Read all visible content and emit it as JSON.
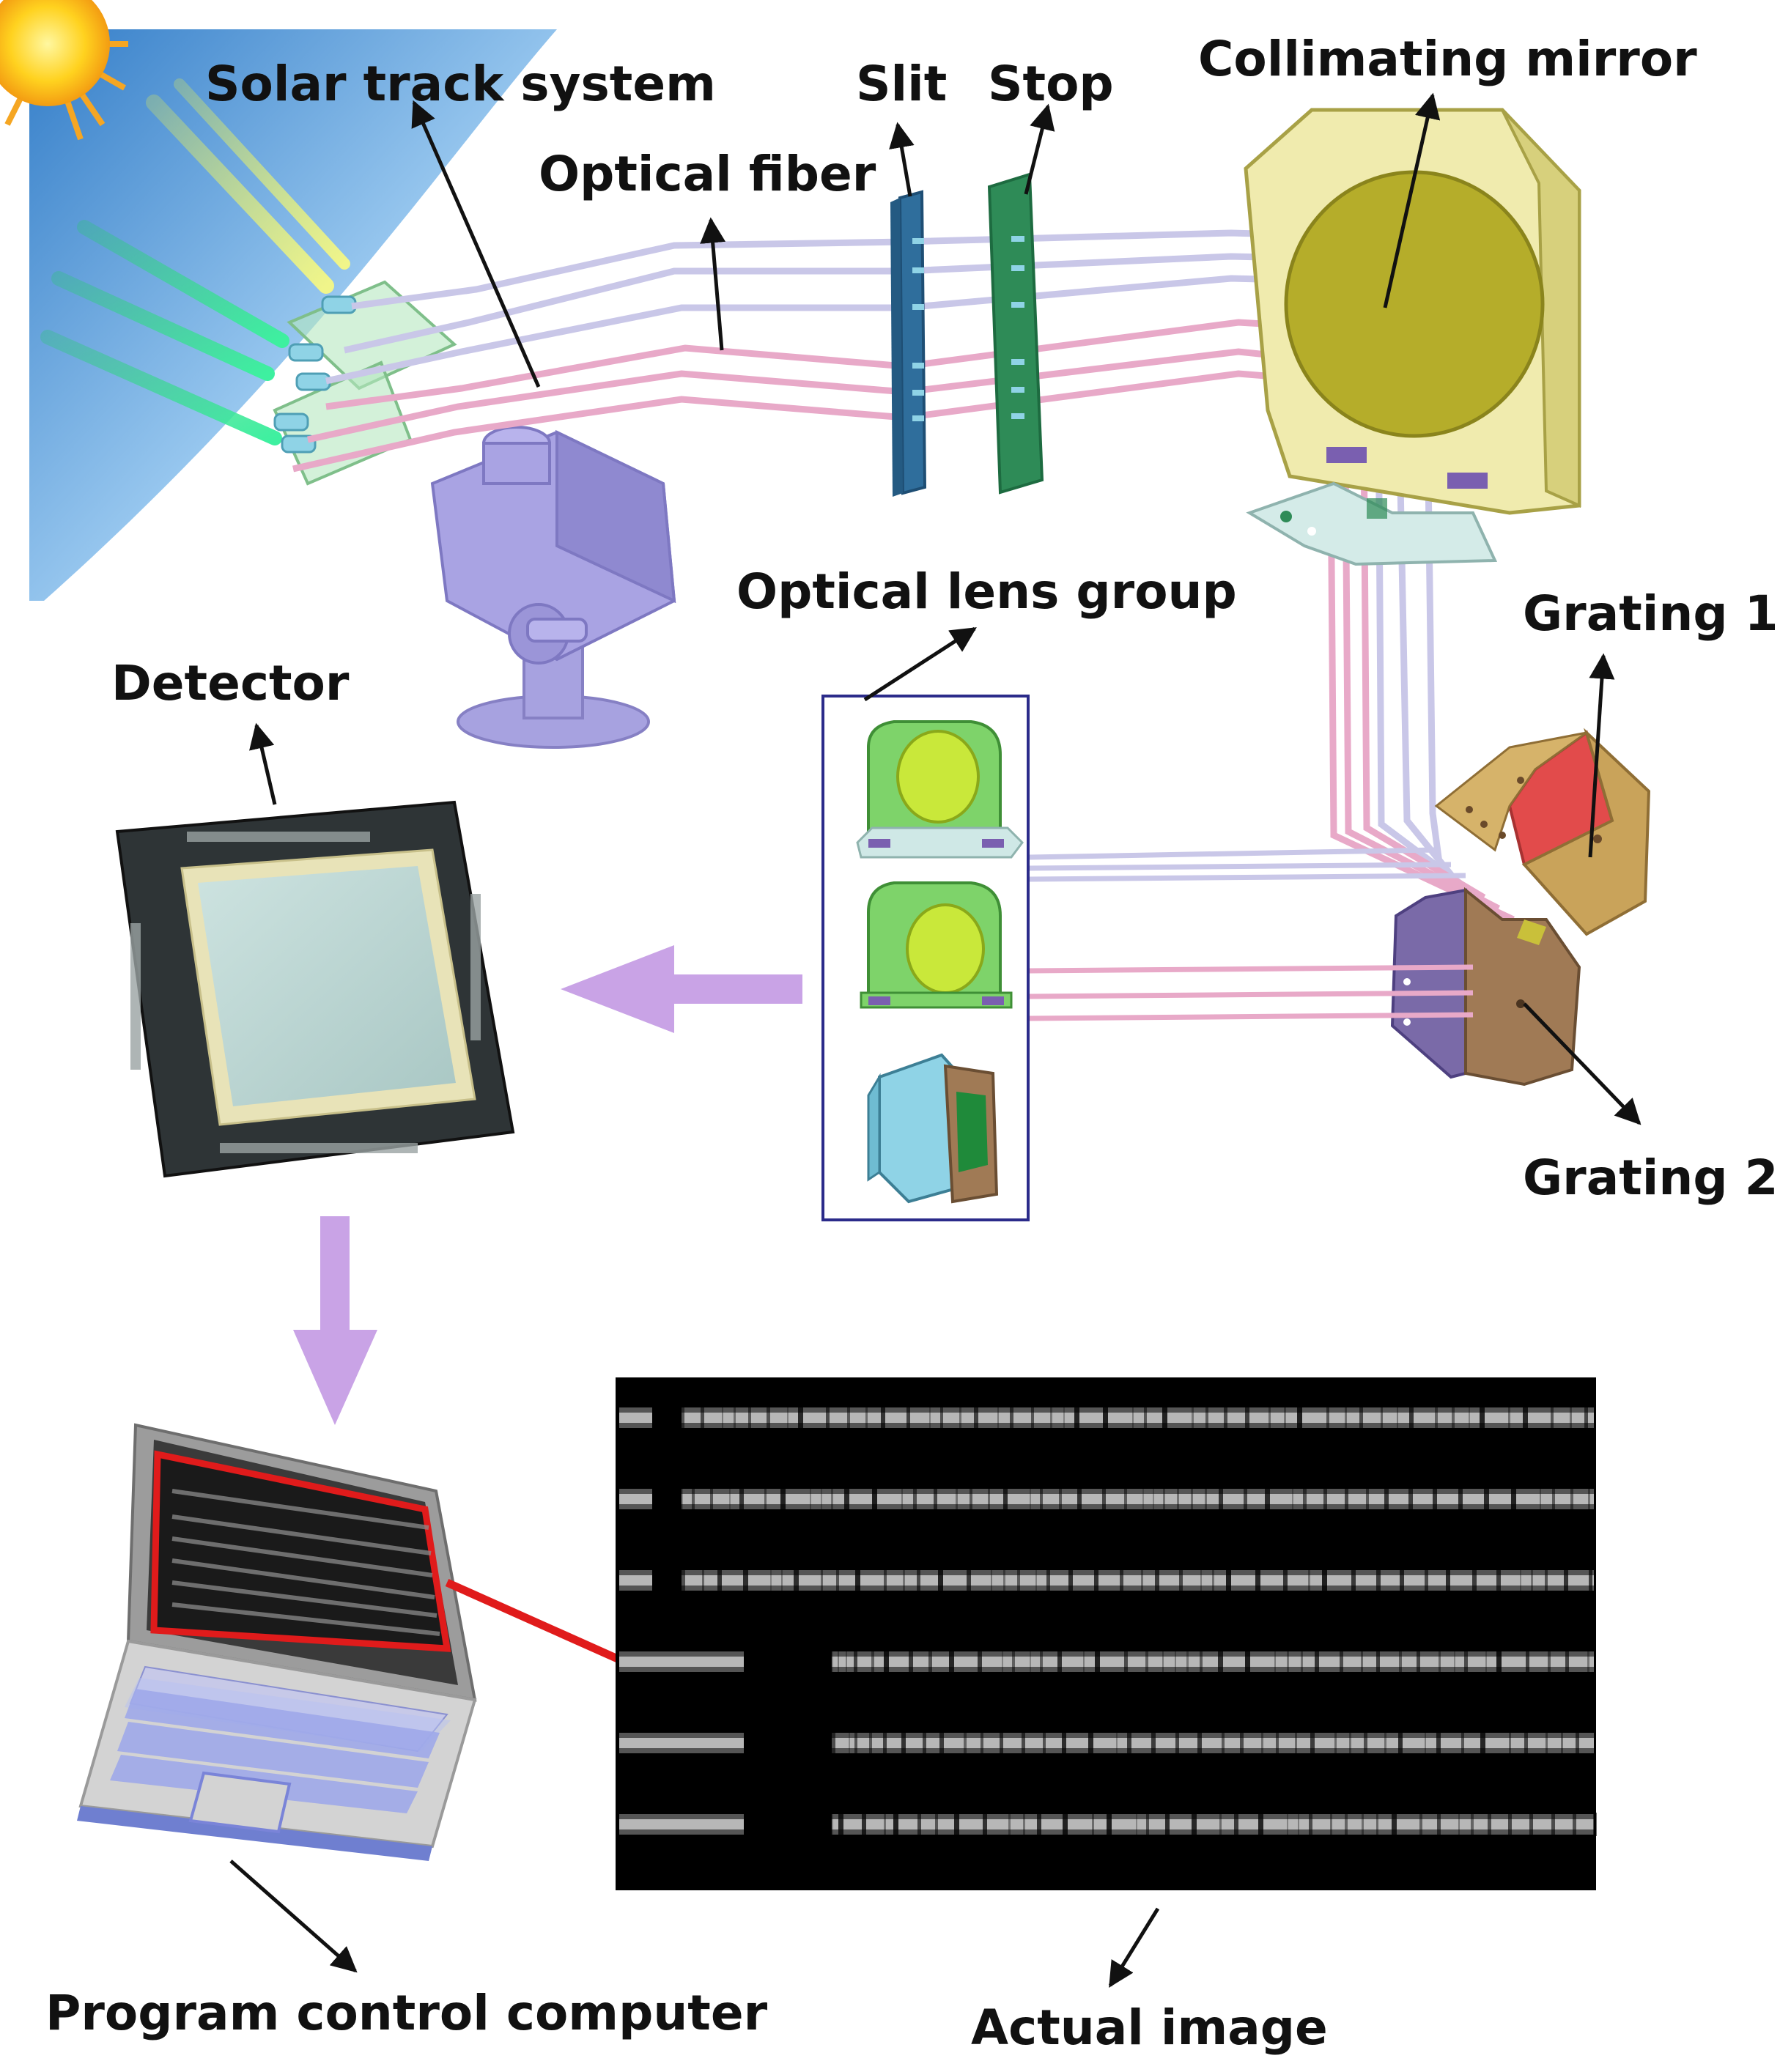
{
  "labels": {
    "solar_track_system": "Solar track system",
    "optical_fiber": "Optical fiber",
    "slit": "Slit",
    "stop": "Stop",
    "collimating_mirror": "Collimating mirror",
    "optical_lens_group": "Optical lens group",
    "detector": "Detector",
    "grating_1": "Grating 1",
    "grating_2": "Grating 2",
    "program_control_computer": "Program control computer",
    "actual_image": "Actual image"
  },
  "colors": {
    "fiber_lavender": "#c9c7e8",
    "fiber_pink": "#e8a9c8",
    "flow_arrow": "#c9a3e6",
    "mount_purple": "#9a94d6",
    "slit_blue": "#2f6e9c",
    "stop_green": "#2e8b57",
    "mirror_frame": "#e8e29a",
    "mirror_face": "#b5ad2a",
    "grating1_red": "#e24b4b",
    "grating1_tan": "#c9a35a",
    "grating2_purple": "#7a6aa8",
    "grating2_brown": "#a07a55",
    "lens_green": "#7ed36a",
    "lens_yellow": "#c9e83a",
    "sensor_frame": "#2e3436",
    "sensor_face": "#bcd8d6",
    "laptop_red_frame": "#e01b1b",
    "image_background": "#000000"
  },
  "spectrum_rows": 6
}
